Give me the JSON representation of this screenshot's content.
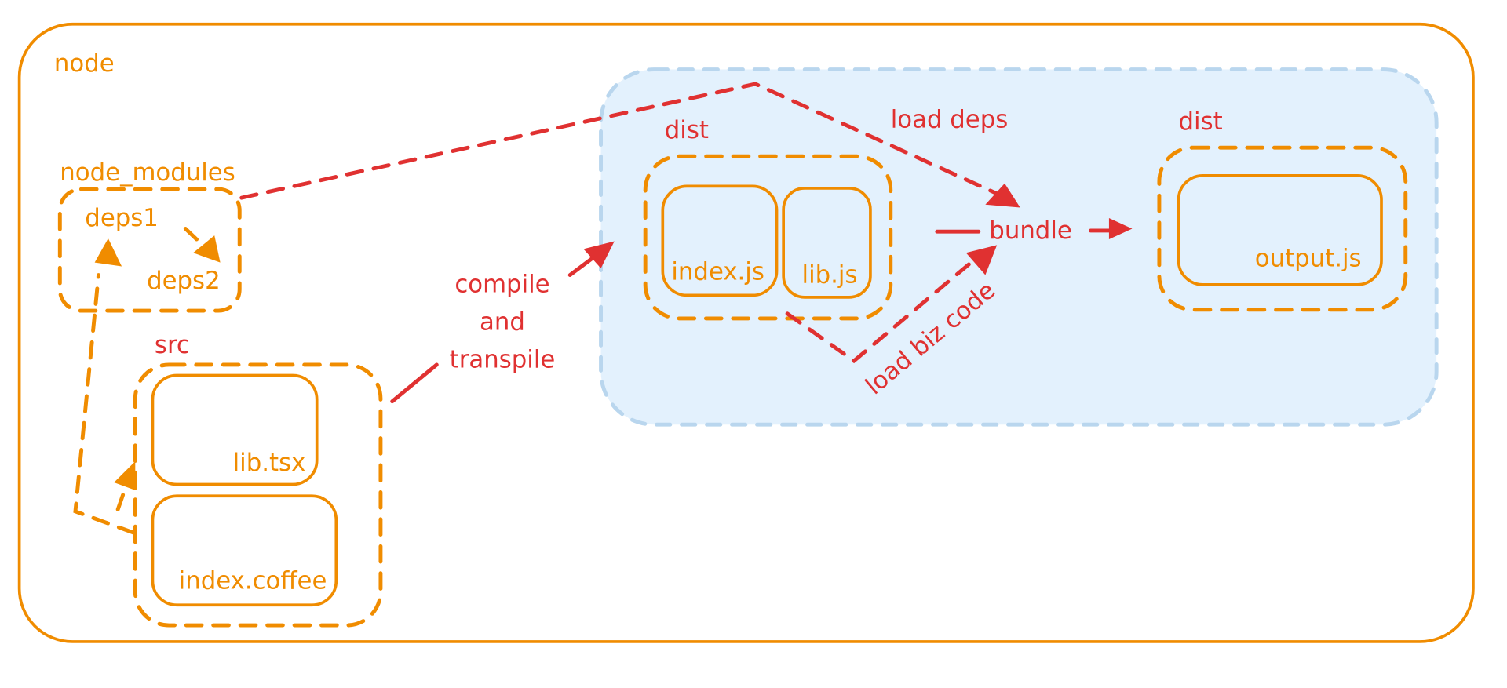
{
  "diagram": {
    "title": "node",
    "colors": {
      "container": "#f08c00",
      "flow": "#e03131",
      "build_region_fill": "#e3f1fd",
      "build_region_stroke": "#b9d6ee"
    },
    "groups": {
      "node_modules": {
        "label": "node_modules",
        "items": [
          "deps1",
          "deps2"
        ]
      },
      "src": {
        "label": "src",
        "items": [
          "lib.tsx",
          "index.coffee"
        ]
      },
      "dist_compiled": {
        "label": "dist",
        "items": [
          "index.js",
          "lib.js"
        ]
      },
      "dist_output": {
        "label": "dist",
        "items": [
          "output.js"
        ]
      }
    },
    "nodes": {
      "bundle": "bundle"
    },
    "edges": {
      "compile": {
        "label_lines": [
          "compile",
          "and",
          "transpile"
        ],
        "from": "src",
        "to": "dist"
      },
      "load_deps": {
        "label": "load deps",
        "from": "node_modules",
        "to": "bundle"
      },
      "load_biz": {
        "label": "load biz code",
        "from": "dist",
        "to": "bundle"
      },
      "bundle_out": {
        "label": "",
        "from": "bundle",
        "to": "output.js"
      },
      "deps1_to_deps2": {
        "label": "",
        "from": "deps1",
        "to": "deps2"
      },
      "src_to_deps1": {
        "label": "",
        "from": "index.coffee",
        "to": "deps1"
      },
      "index_to_lib": {
        "label": "",
        "from": "index.coffee",
        "to": "lib.tsx"
      }
    }
  }
}
